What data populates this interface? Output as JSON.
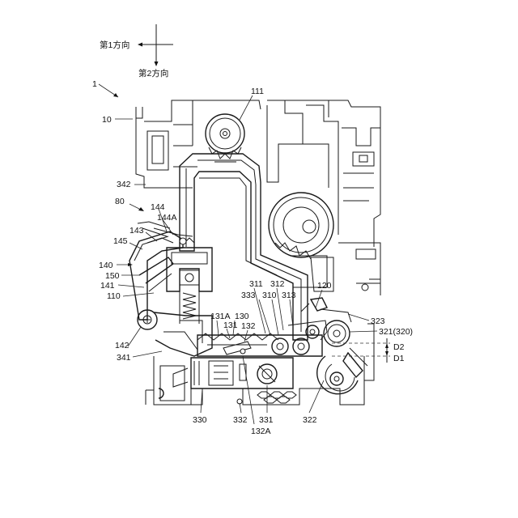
{
  "axes": {
    "dir1": "第1方向",
    "dir2": "第2方向"
  },
  "labels": {
    "l1": "1",
    "l10": "10",
    "l111": "111",
    "l342": "342",
    "l80": "80",
    "l144": "144",
    "l144A": "144A",
    "l143": "143",
    "l145": "145",
    "l140": "140",
    "l150": "150",
    "l141": "141",
    "l110": "110",
    "l142": "142",
    "l341": "341",
    "l311": "311",
    "l312": "312",
    "l333": "333",
    "l310": "310",
    "l313": "313",
    "l120": "120",
    "l131A": "131A",
    "l130": "130",
    "l131": "131",
    "l132": "132",
    "l323": "323",
    "l321": "321(320)",
    "lD2": "D2",
    "lD1": "D1",
    "l330": "330",
    "l332": "332",
    "l331": "331",
    "l132A": "132A",
    "l322": "322"
  },
  "colors": {
    "line": "#1a1a1a",
    "background": "#ffffff"
  }
}
